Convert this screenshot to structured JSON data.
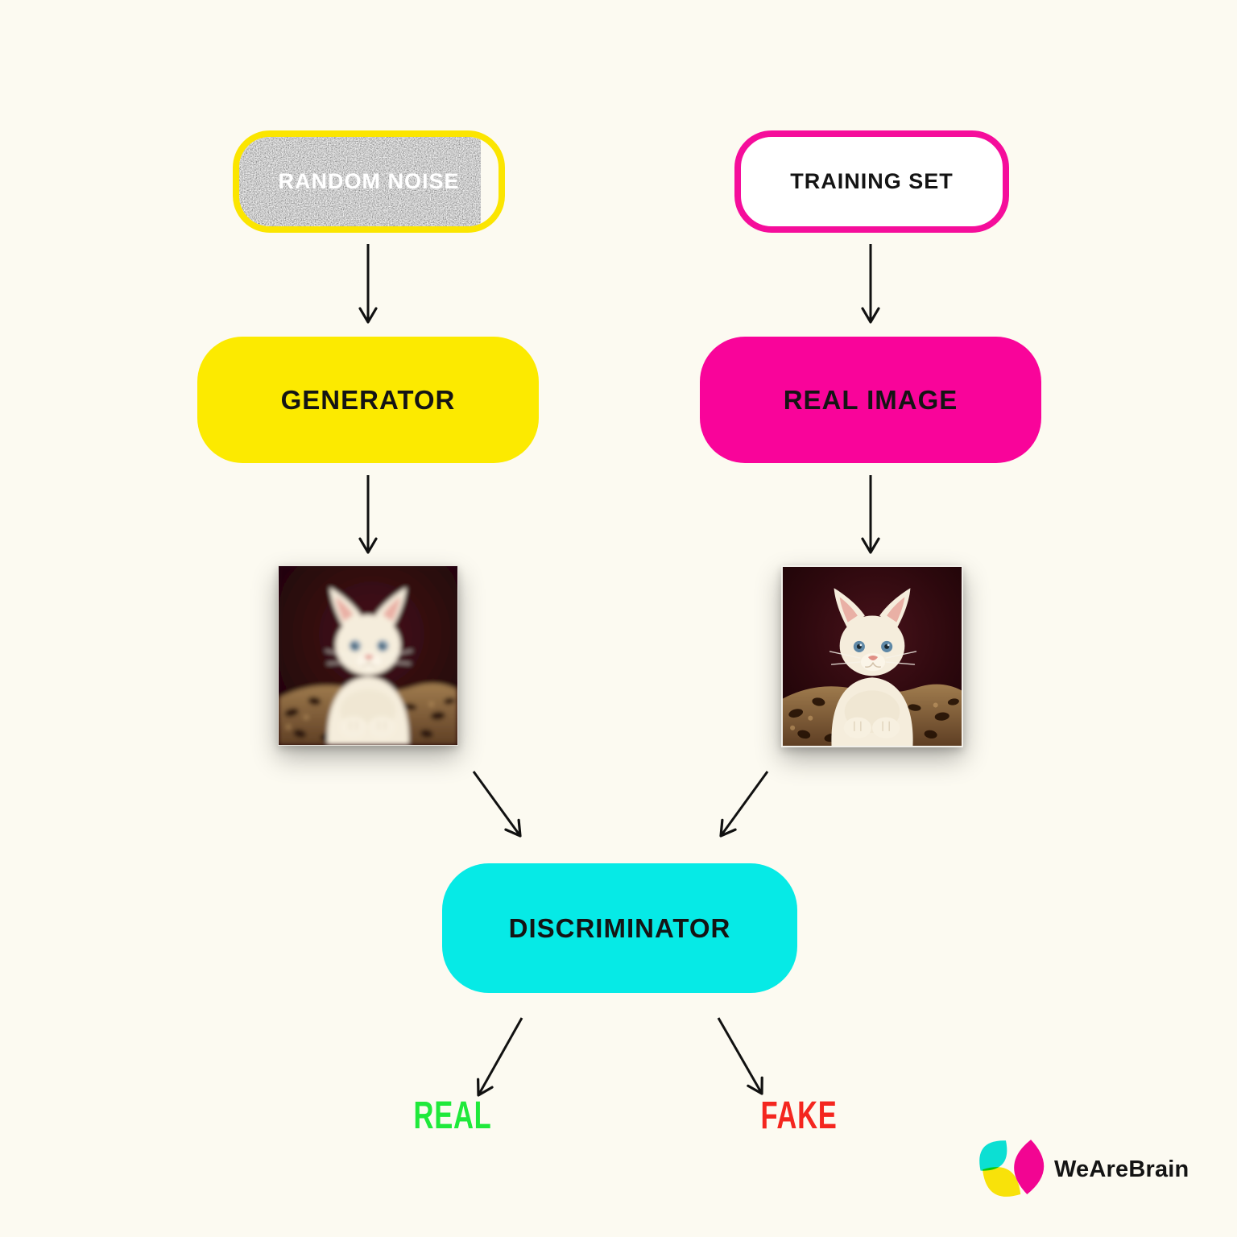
{
  "nodes": {
    "random_noise": {
      "label": "RANDOM NOISE"
    },
    "training_set": {
      "label": "TRAINING SET"
    },
    "generator": {
      "label": "GENERATOR"
    },
    "real_image": {
      "label": "REAL IMAGE"
    },
    "discriminator": {
      "label": "DISCRIMINATOR"
    }
  },
  "outputs": {
    "real": {
      "label": "REAL",
      "color": "#1FE93B"
    },
    "fake": {
      "label": "FAKE",
      "color": "#F4261F"
    }
  },
  "images": {
    "generated_cat": {
      "icon": "generated-cat-image",
      "appearance": "blurry white kitten on leopard blanket"
    },
    "real_cat": {
      "icon": "real-cat-image",
      "appearance": "sharp white kitten on leopard blanket"
    }
  },
  "branding": {
    "wordmark": "WeAreBrain"
  },
  "colors": {
    "background": "#FCFAF1",
    "yellow": "#FCEA00",
    "magenta": "#F9049A",
    "cyan": "#06EAE6",
    "green": "#1FE93B",
    "red": "#F4261F",
    "ink": "#141414",
    "arrow": "#111111"
  }
}
